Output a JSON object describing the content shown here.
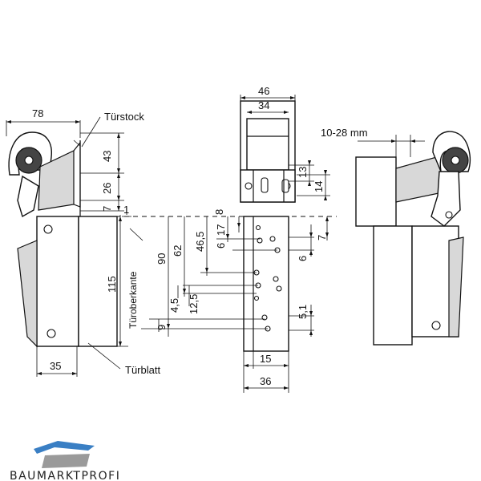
{
  "labels": {
    "tuerstock": "Türstock",
    "tuerblatt": "Türblatt",
    "tueroberkante": "Türoberkante",
    "range": "10-28 mm"
  },
  "dims": {
    "d78": "78",
    "d43": "43",
    "d26": "26",
    "d7a": "7",
    "d1": "1",
    "d115": "115",
    "d35": "35",
    "d90": "90",
    "d62": "62",
    "d46_5": "46,5",
    "d6a": "6",
    "d17": "17",
    "d8": "8",
    "d4_5": "4,5",
    "d12_5": "12,5",
    "d9": "9",
    "d46": "46",
    "d34": "34",
    "d13": "13",
    "d14": "14",
    "d7b": "7",
    "d6b": "6",
    "d5_1": "5,1",
    "d15": "15",
    "d36": "36"
  },
  "logo": {
    "text": "BAUMARKTPROFI",
    "colors": {
      "primary": "#3a7fc4",
      "secondary": "#9a9a9a"
    }
  }
}
